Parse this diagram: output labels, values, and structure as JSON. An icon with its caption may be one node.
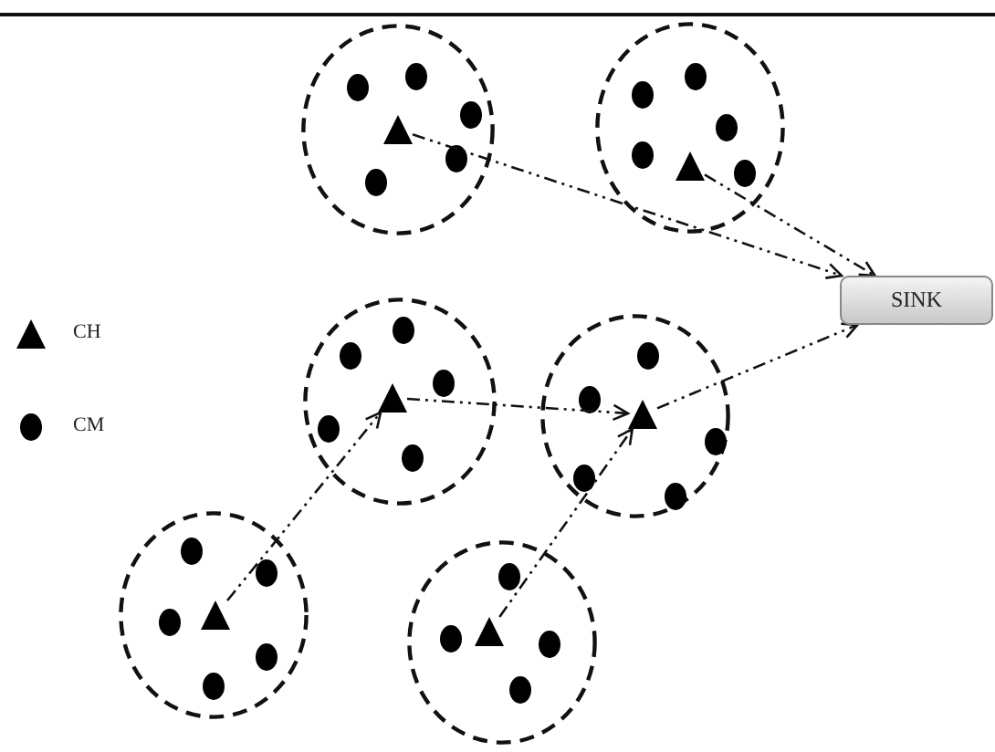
{
  "diagram": {
    "nodes": [
      {
        "text": [],
        "shape": "circle"
      },
      {
        "text": [],
        "shape": "triangle",
        "in": 0
      },
      {
        "text": [],
        "shape": "circle"
      },
      {
        "text": [],
        "shape": "triangle",
        "in": 2
      },
      {
        "text": [
          "SINK"
        ]
      },
      {
        "text": [],
        "shape": "circle"
      },
      {
        "text": [],
        "shape": "triangle",
        "in": 5
      },
      {
        "text": [],
        "shape": "circle"
      },
      {
        "text": [],
        "shape": "triangle",
        "in": 7
      },
      {
        "text": [],
        "shape": "circle"
      },
      {
        "text": [],
        "shape": "triangle",
        "in": 9
      },
      {
        "text": [],
        "shape": "circle"
      },
      {
        "text": [],
        "shape": "triangle",
        "in": 11
      }
    ],
    "edges": [
      {
        "from": 1,
        "to": 4,
        "arrow": "to"
      },
      {
        "from": 3,
        "to": 4,
        "arrow": "to"
      },
      {
        "from": 8,
        "to": 4,
        "arrow": "to"
      },
      {
        "from": 6,
        "to": 8,
        "arrow": "to"
      },
      {
        "from": 10,
        "to": 6,
        "arrow": "to"
      },
      {
        "from": 12,
        "to": 8,
        "arrow": "to"
      }
    ],
    "legend": [
      {
        "text": "CH"
      },
      {
        "text": "CM"
      }
    ]
  }
}
